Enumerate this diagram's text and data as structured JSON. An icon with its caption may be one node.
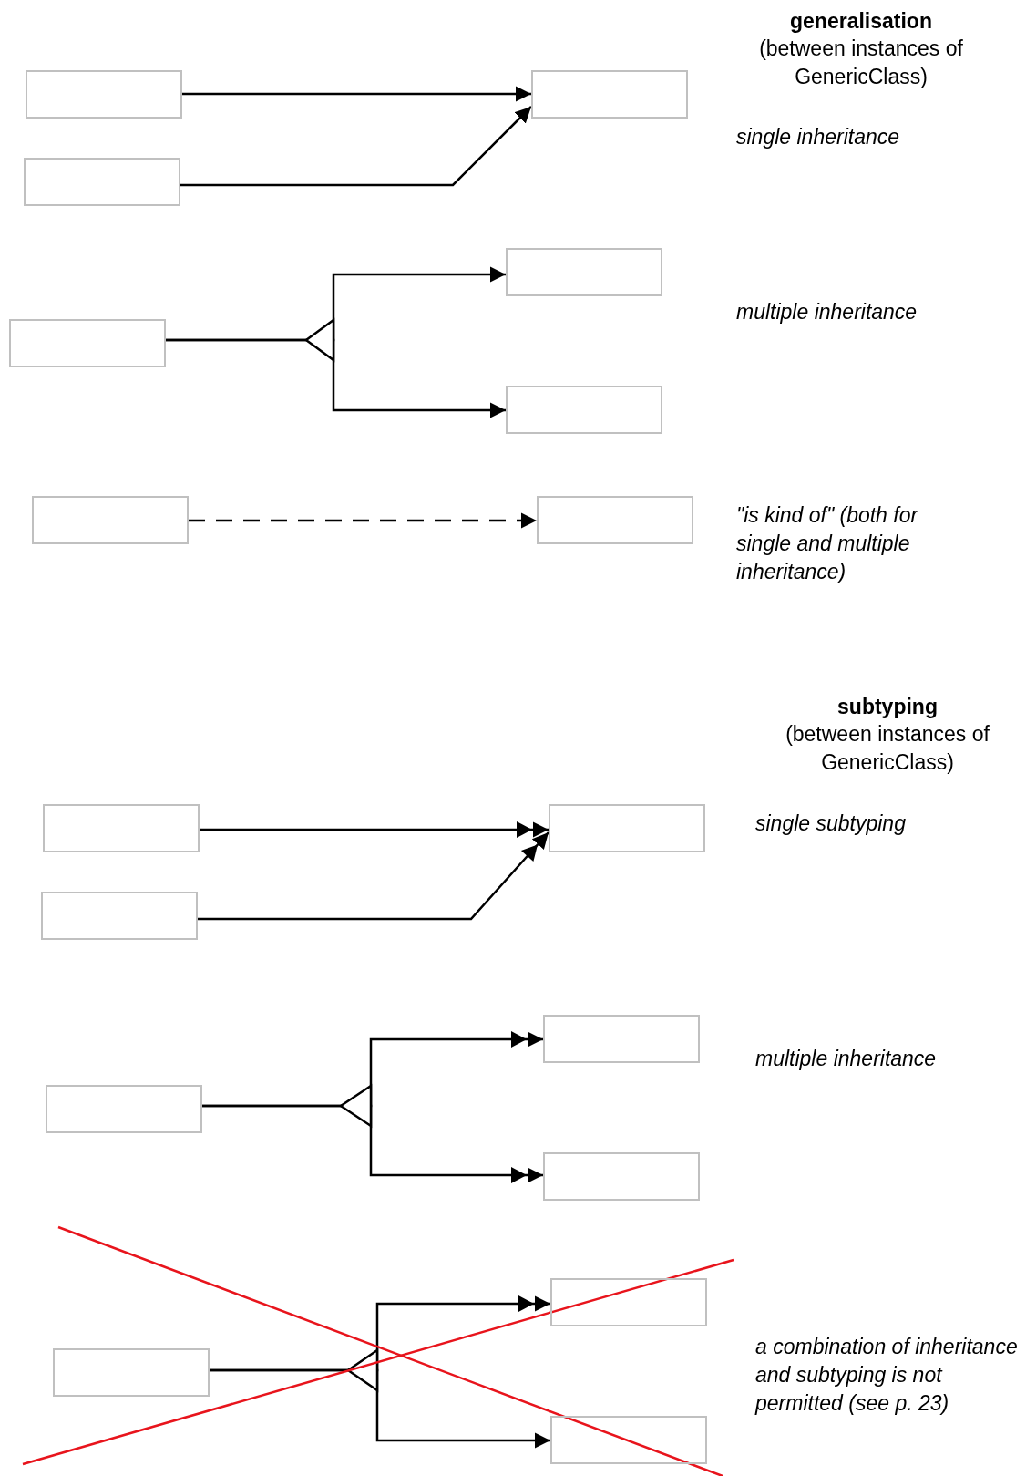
{
  "diagram": {
    "nodes": [
      {
        "text": [],
        "shape": "box"
      },
      {
        "text": [],
        "shape": "box"
      },
      {
        "text": [],
        "shape": "box"
      },
      {
        "text": [],
        "shape": "box"
      },
      {
        "text": [],
        "shape": "box"
      },
      {
        "text": [],
        "shape": "box"
      },
      {
        "text": [],
        "shape": "box"
      },
      {
        "text": [],
        "shape": "box"
      },
      {
        "text": [],
        "shape": "box"
      },
      {
        "text": [],
        "shape": "box"
      },
      {
        "text": [],
        "shape": "box"
      },
      {
        "text": [],
        "shape": "box"
      },
      {
        "text": [],
        "shape": "box"
      },
      {
        "text": [],
        "shape": "box"
      },
      {
        "text": [],
        "shape": "box"
      },
      {
        "text": [],
        "shape": "box"
      },
      {
        "text": [],
        "shape": "box"
      }
    ],
    "edges": [
      {
        "from": 0,
        "to": 1,
        "arrow": "to"
      },
      {
        "from": 2,
        "to": 1,
        "arrow": "to"
      },
      {
        "from": 3,
        "to": 4,
        "arrow": "to"
      },
      {
        "from": 3,
        "to": 5,
        "arrow": "to"
      },
      {
        "from": 6,
        "to": 7,
        "arrow": "to",
        "style": "dashed"
      },
      {
        "from": 8,
        "to": 9,
        "arrow": "to"
      },
      {
        "from": 10,
        "to": 9,
        "arrow": "to"
      },
      {
        "from": 11,
        "to": 12,
        "arrow": "to"
      },
      {
        "from": 11,
        "to": 13,
        "arrow": "to"
      },
      {
        "from": 14,
        "to": 15,
        "arrow": "to"
      },
      {
        "from": 14,
        "to": 16,
        "arrow": "to"
      }
    ],
    "labels": [
      "generalisation",
      "(between instances of GenericClass)",
      "single inheritance",
      "multiple inheritance",
      "\"is kind of\" (both for single and multiple inheritance)",
      "subtyping",
      "(between instances of GenericClass)",
      "single subtyping",
      "multiple inheritance",
      "a combination of inheritance and subtyping is not permitted (see p. 23)"
    ]
  }
}
